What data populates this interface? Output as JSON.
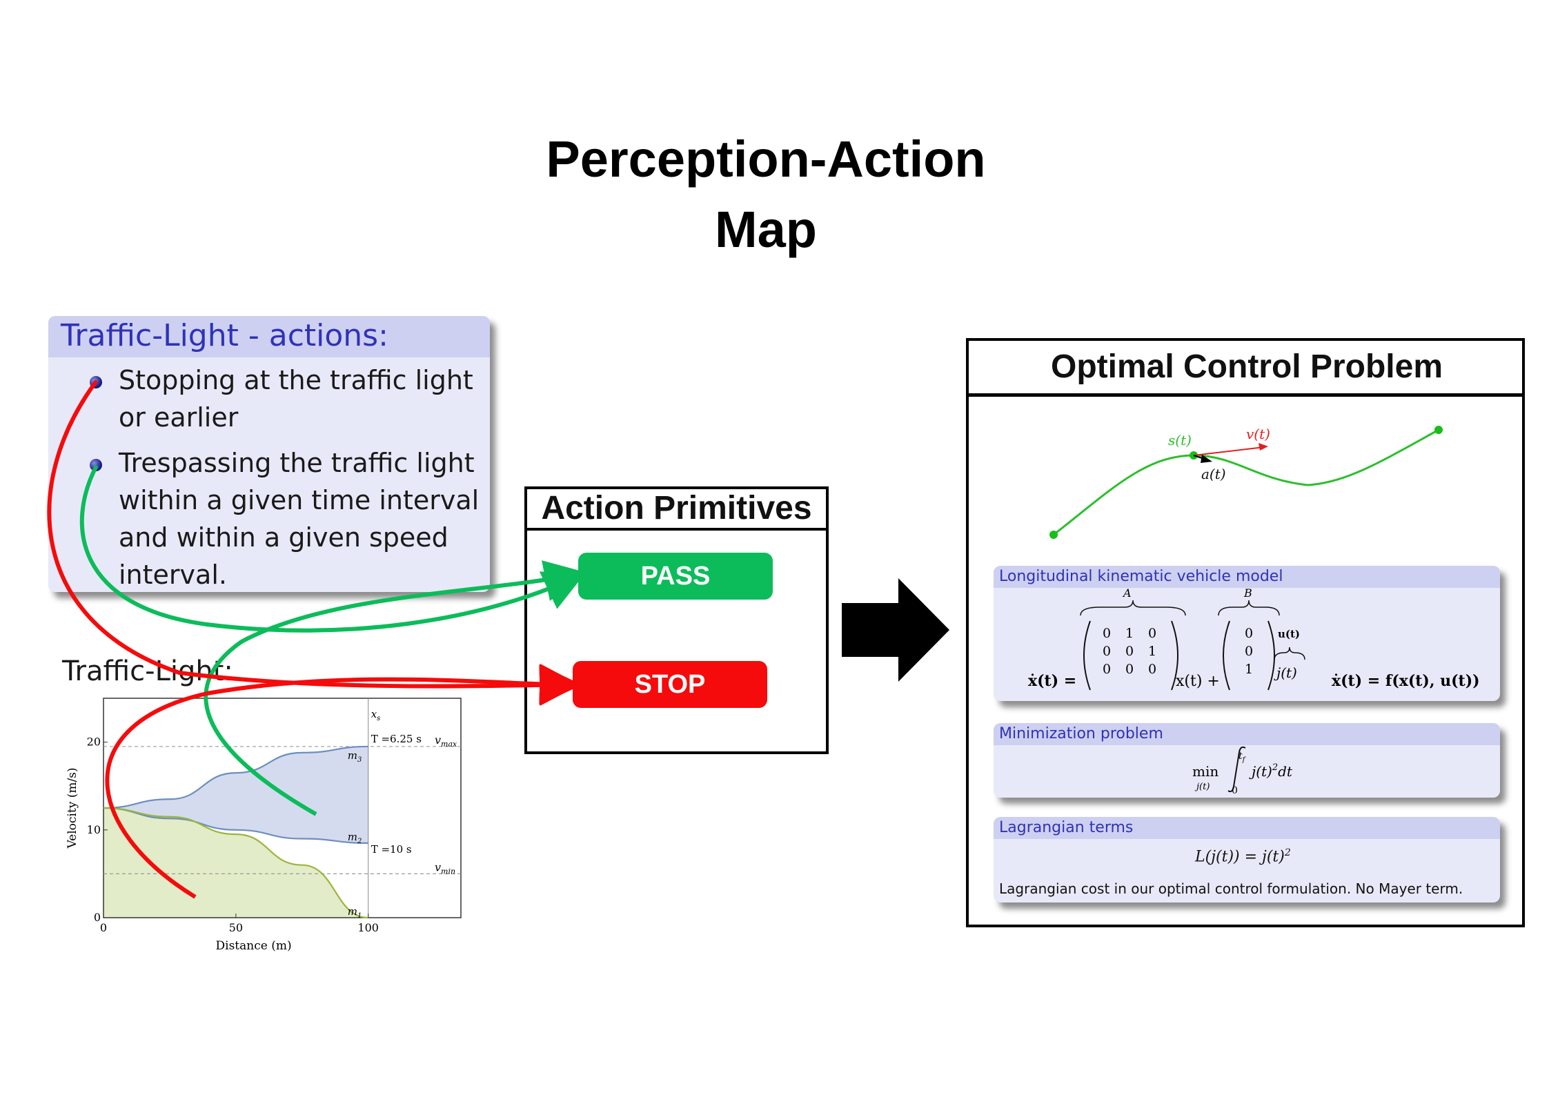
{
  "page_title": "Perception-Action\nMap",
  "title_lines": [
    "Perception-Action",
    "Map"
  ],
  "traffic_light_actions": {
    "header": "Traffic-Light - actions:",
    "items": [
      [
        "Stopping at the traffic light",
        "or earlier"
      ],
      [
        "Trespassing the traffic light",
        "within a given time interval",
        "and within a given speed",
        "interval."
      ]
    ]
  },
  "traffic_light_plot": {
    "label": "Traffic-Light:",
    "chart_data": {
      "type": "area",
      "xlabel": "Distance (m)",
      "ylabel": "Velocity (m/s)",
      "xlim": [
        0,
        135
      ],
      "ylim": [
        0,
        25
      ],
      "x_ticks": [
        "0",
        "50",
        "100"
      ],
      "y_ticks": [
        "0",
        "10",
        "20"
      ],
      "reference_lines": [
        {
          "label": "v_max",
          "y": 19.5
        },
        {
          "label": "v_min",
          "y": 5
        }
      ],
      "vertical_line": {
        "label": "x_s",
        "x": 100
      },
      "series": [
        {
          "name": "m3",
          "x": [
            0,
            25,
            50,
            75,
            100
          ],
          "y": [
            12.5,
            13.5,
            16.5,
            18.8,
            19.5
          ],
          "annotation": "T =6.25 s"
        },
        {
          "name": "m2",
          "x": [
            0,
            25,
            50,
            75,
            100
          ],
          "y": [
            12.5,
            11.3,
            10,
            9,
            8.5
          ],
          "annotation": "T =10 s"
        },
        {
          "name": "m1",
          "x": [
            0,
            25,
            50,
            75,
            100
          ],
          "y": [
            12.5,
            11.5,
            9.5,
            6,
            0
          ]
        }
      ],
      "fill_colors": {
        "upper": "#d4dbee",
        "lower": "#e3ecc8"
      },
      "line_colors": {
        "upper": "#6c8ebf",
        "lower": "#9ab53a"
      }
    }
  },
  "action_primitives": {
    "header": "Action Primitives",
    "pass_label": "PASS",
    "stop_label": "STOP",
    "pass_color": "#0cbc5a",
    "stop_color": "#f50b0b"
  },
  "optimal_control": {
    "header": "Optimal Control Problem",
    "trajectory_labels": {
      "s": "s(t)",
      "v": "v(t)",
      "a": "a(t)"
    },
    "model_block": {
      "header": "Longitudinal kinematic vehicle model",
      "A_label": "A",
      "B_label": "B",
      "A_matrix": [
        [
          "0",
          "1",
          "0"
        ],
        [
          "0",
          "0",
          "1"
        ],
        [
          "0",
          "0",
          "0"
        ]
      ],
      "B_vector": [
        "0",
        "0",
        "1"
      ],
      "lhs": "ẋ(t) =",
      "mid": "x(t) +",
      "u_label": "u(t)",
      "j_label": "j(t)",
      "rhs": "ẋ(t) = f(x(t), u(t))"
    },
    "minimization_block": {
      "header": "Minimization problem",
      "min": "min",
      "min_sub": "j(t)",
      "upper": "t",
      "upper_sub": "f",
      "lower": "0",
      "integrand": "j(t)",
      "power": "2",
      "dt": "dt"
    },
    "lagrangian_block": {
      "header": "Lagrangian terms",
      "equation": "L(j(t)) = j(t)",
      "power": "2",
      "text": "Lagrangian cost in our optimal control formulation. No Mayer term."
    }
  },
  "colors": {
    "red_curve": "#f50b0b",
    "green_curve": "#0cbc5a",
    "block_header_text": "#2f32b8"
  }
}
